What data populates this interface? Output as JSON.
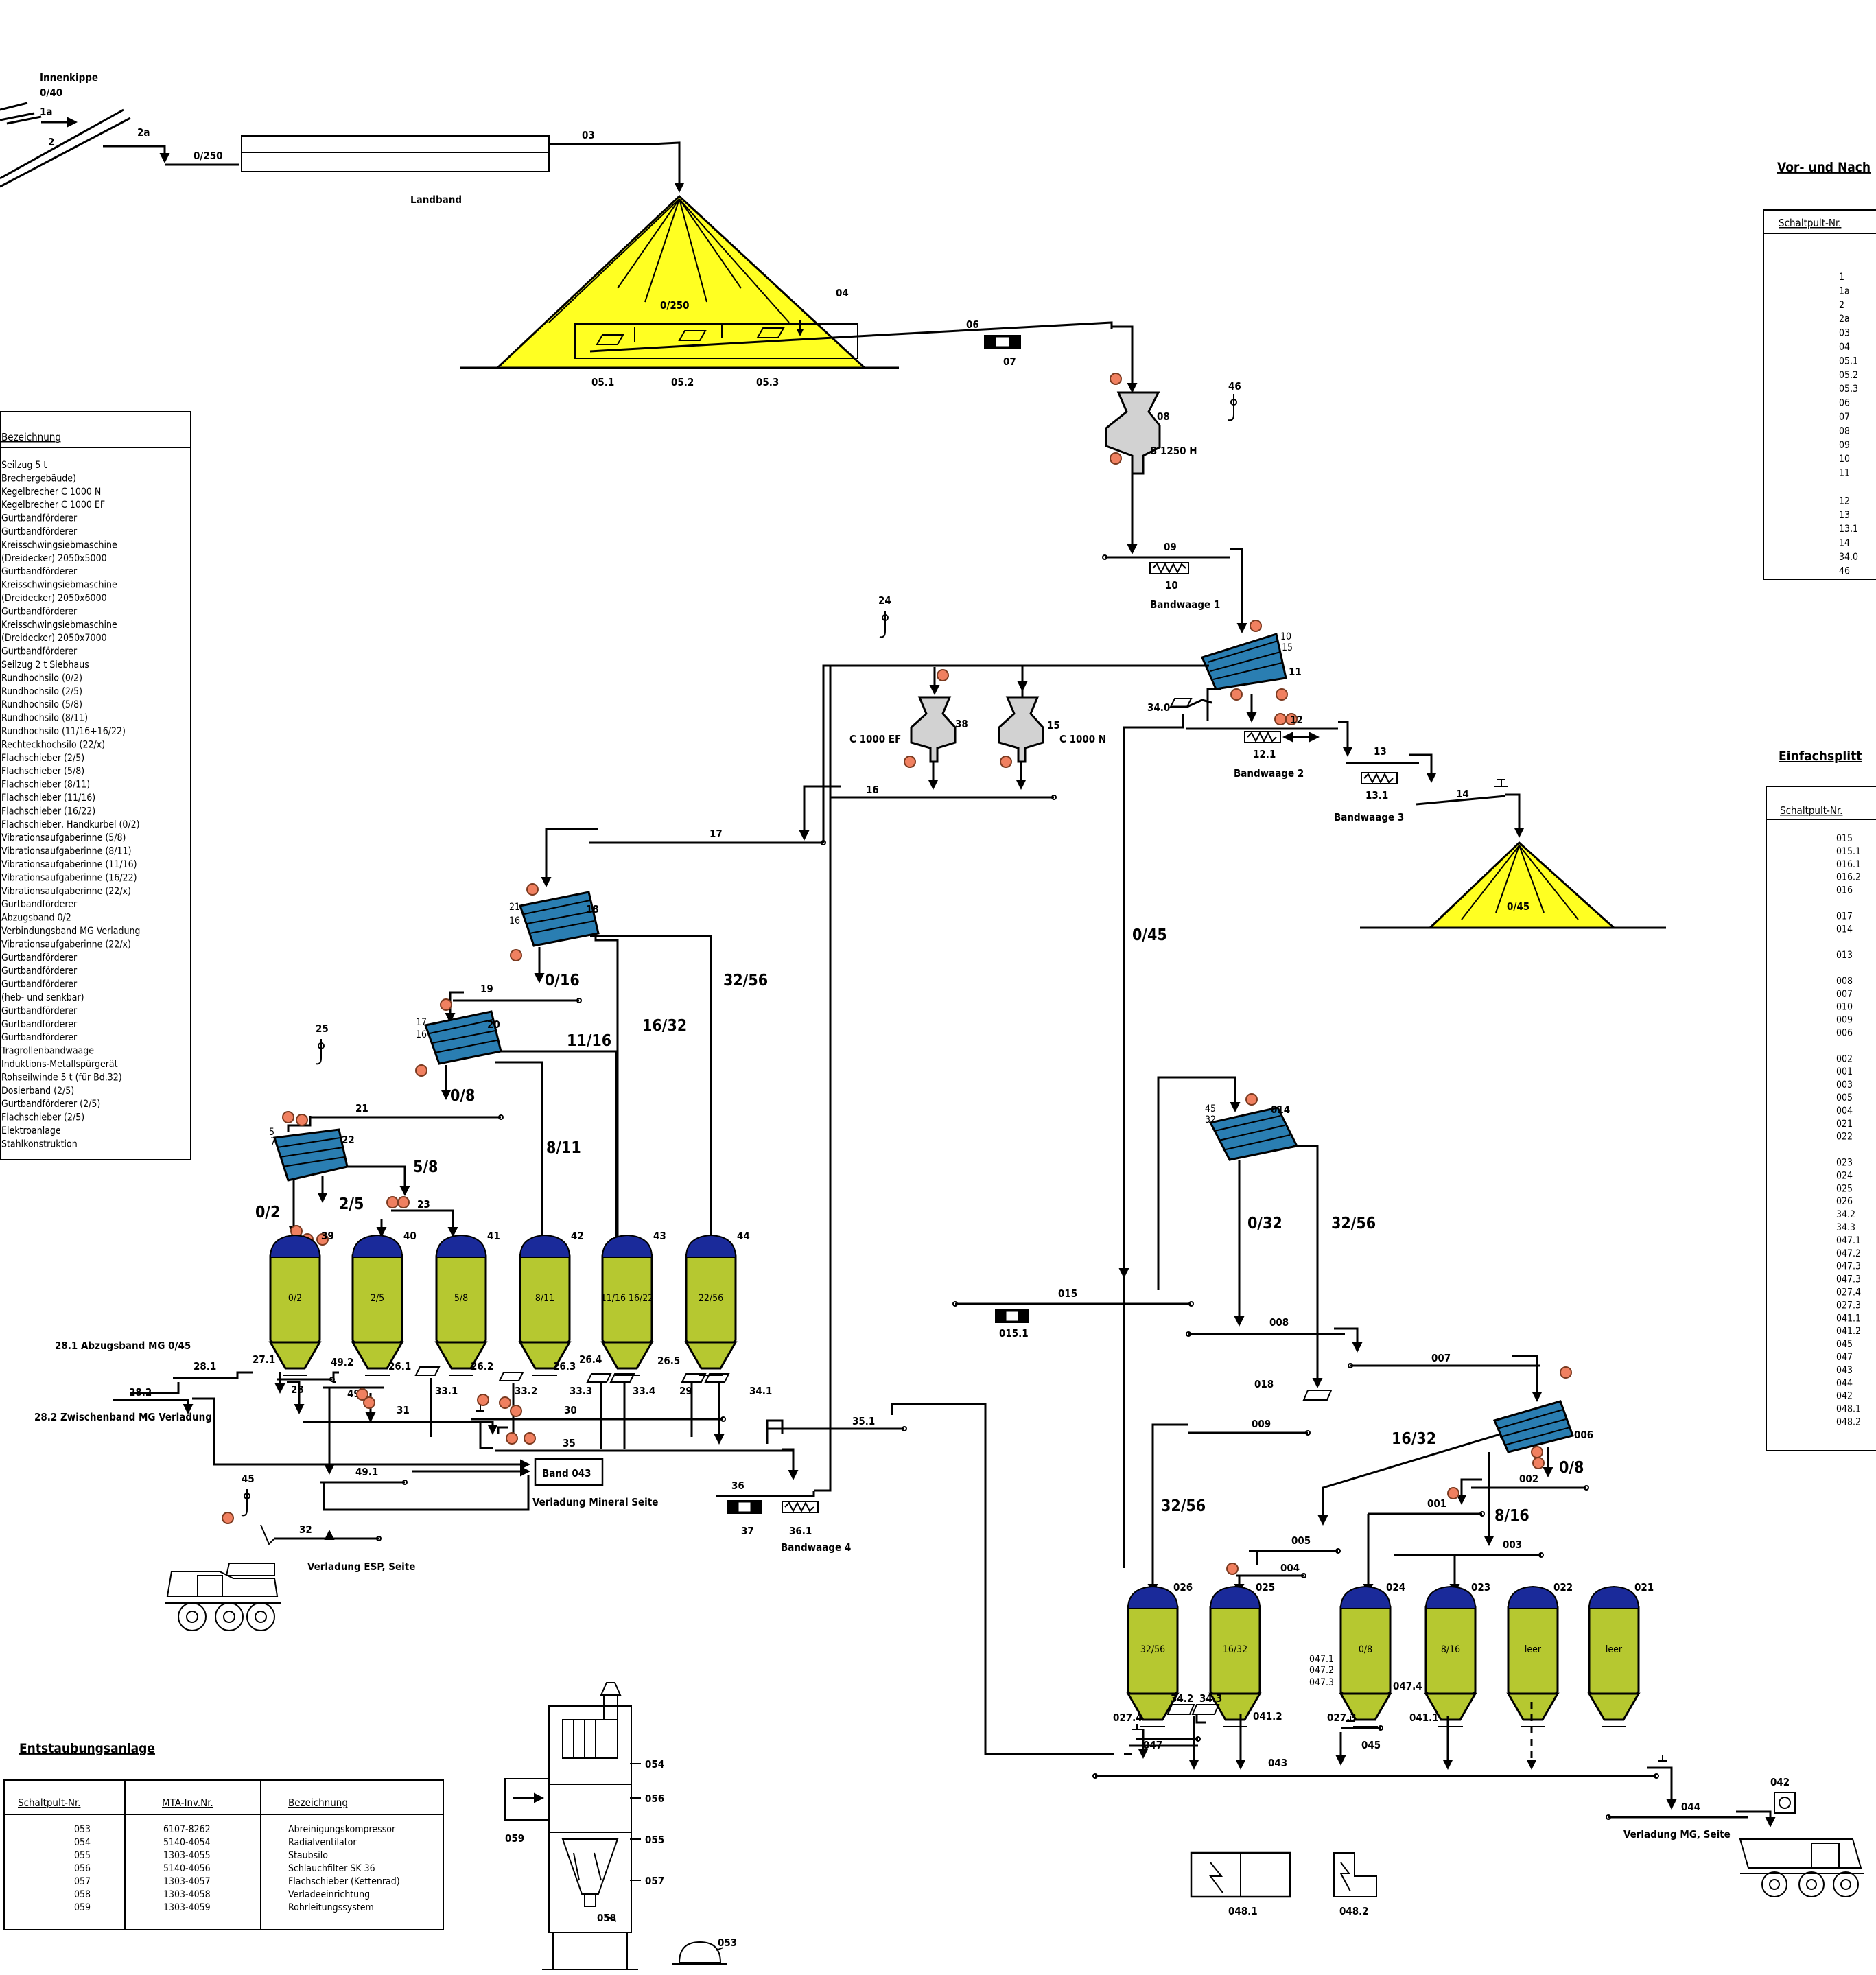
{
  "feed": {
    "innenkippe": "Innenkippe",
    "size_040": "0/40",
    "c1a": "1a",
    "c2": "2",
    "c2a": "2a",
    "size_0250": "0/250",
    "c03": "03",
    "landband": "Landband"
  },
  "stockpile1": {
    "size": "0/250",
    "c04": "04",
    "f051": "05.1",
    "f052": "05.2",
    "f053": "05.3",
    "c06": "06",
    "c07": "07"
  },
  "crusher08": {
    "code": "08",
    "type": "B 1250 H",
    "c46": "46"
  },
  "belt09": {
    "code": "09",
    "scale_code": "10",
    "scale_name": "Bandwaage 1"
  },
  "screen11": {
    "code": "11",
    "c10a": "10",
    "c10b": "15"
  },
  "belt12": {
    "code": "12",
    "c340": "34.0",
    "scale_code": "12.1",
    "scale_name": "Bandwaage 2"
  },
  "belt13": {
    "code": "13",
    "scale_code": "13.1",
    "scale_name": "Bandwaage 3",
    "c14": "14"
  },
  "stockpile2": {
    "size": "0/45"
  },
  "crushers": {
    "c24": "24",
    "c38": "38",
    "c38_type": "C 1000 EF",
    "c15": "15",
    "c15_type": "C 1000 N",
    "c16": "16",
    "c17": "17"
  },
  "screen18": {
    "code": "18",
    "o016": "0/16",
    "o1632": "16/32",
    "o3256": "32/56",
    "in_a": "21",
    "in_b": "16"
  },
  "screen20": {
    "code": "20",
    "c19": "19",
    "o08": "0/8",
    "o1116": "11/16",
    "o811": "8/11",
    "c25": "25",
    "in_a": "17",
    "in_b": "16"
  },
  "screen22": {
    "code": "22",
    "c21": "21",
    "o02": "0/2",
    "o25": "2/5",
    "o58": "5/8",
    "c23": "23",
    "in_a": "7",
    "in_b": "5"
  },
  "silos_left": [
    {
      "code": "39",
      "label": "0/2"
    },
    {
      "code": "40",
      "label": "2/5"
    },
    {
      "code": "41",
      "label": "5/8"
    },
    {
      "code": "42",
      "label": "8/11"
    },
    {
      "code": "43",
      "label": "11/16  16/22"
    },
    {
      "code": "44",
      "label": "22/56"
    }
  ],
  "bottom_left": {
    "b281": "28.1 Abzugsband MG 0/45",
    "b282": "28.2 Zwischenband MG Verladung",
    "c281": "28.1",
    "c282": "28.2",
    "c271": "27.1",
    "c28": "28",
    "c492": "49.2",
    "c49": "49",
    "c261": "26.1",
    "c262": "26.2",
    "c263": "26.3",
    "c264": "26.4",
    "c265": "26.5",
    "c331": "33.1",
    "c332": "33.2",
    "c333": "33.3",
    "c334": "33.4",
    "c29": "29",
    "c341": "34.1",
    "c31": "31",
    "c30": "30",
    "c35": "35",
    "c351": "35.1",
    "c491": "49.1",
    "band043": "Band 043",
    "verladung_mineral": "Verladung Mineral  Seite",
    "c36": "36",
    "c37": "37",
    "c361": "36.1",
    "bw4": "Bandwaage 4",
    "c45": "45",
    "c32": "32",
    "verladung_esp": "Verladung ESP,  Seite"
  },
  "right_plant": {
    "o045": "0/45",
    "c015": "015",
    "c0151": "015.1",
    "c014": "014",
    "in_a": "45",
    "in_b": "32",
    "o032": "0/32",
    "o3256": "32/56",
    "c008": "008",
    "c007": "007",
    "c018": "018",
    "c009": "009",
    "c006": "006",
    "o1632": "16/32",
    "o08": "0/8",
    "c002": "002",
    "c001": "001",
    "o816": "8/16",
    "c003": "003",
    "o3256b": "32/56",
    "c005": "005",
    "c004": "004"
  },
  "silos_right": [
    {
      "code": "026",
      "label": "32/56"
    },
    {
      "code": "025",
      "label": "16/32"
    },
    {
      "code": "024",
      "label": "0/8"
    },
    {
      "code": "023",
      "label": "8/16"
    },
    {
      "code": "022",
      "label": "leer"
    },
    {
      "code": "021",
      "label": "leer"
    }
  ],
  "right_bottom": {
    "c0274": "027.4",
    "c342": "34.2",
    "c343": "34.3",
    "c0412": "041.2",
    "c047": "047",
    "c0273": "027.3",
    "c045": "045",
    "c0411": "041.1",
    "c0474": "047.4",
    "c0471": "047.1",
    "c0472": "047.2",
    "c0473": "047.3",
    "c043": "043",
    "c044": "044",
    "c042": "042",
    "verladung_mg": "Verladung MG,  Seite",
    "c0481": "048.1",
    "c0482": "048.2"
  },
  "dust_plant": {
    "c054": "054",
    "c056": "056",
    "c059": "059",
    "c055": "055",
    "c057": "057",
    "c058": "058",
    "c053": "053"
  },
  "legend_main": {
    "header": "Bezeichnung",
    "rows": [
      "Seilzug 5 t",
      "Brechergebäude)",
      "Kegelbrecher C 1000 N",
      "Kegelbrecher C 1000 EF",
      "Gurtbandförderer",
      "Gurtbandförderer",
      "Kreisschwingsiebmaschine",
      "(Dreidecker) 2050x5000",
      "Gurtbandförderer",
      "Kreisschwingsiebmaschine",
      "(Dreidecker) 2050x6000",
      "Gurtbandförderer",
      "Kreisschwingsiebmaschine",
      "(Dreidecker) 2050x7000",
      "Gurtbandförderer",
      "Seilzug 2 t Siebhaus",
      "Rundhochsilo (0/2)",
      "Rundhochsilo (2/5)",
      "Rundhochsilo (5/8)",
      "Rundhochsilo (8/11)",
      "Rundhochsilo (11/16+16/22)",
      "Rechteckhochsilo (22/x)",
      "Flachschieber (2/5)",
      "Flachschieber (5/8)",
      "Flachschieber (8/11)",
      "Flachschieber (11/16)",
      "Flachschieber (16/22)",
      "Flachschieber, Handkurbel (0/2)",
      "Vibrationsaufgaberinne (5/8)",
      "Vibrationsaufgaberinne (8/11)",
      "Vibrationsaufgaberinne (11/16)",
      "Vibrationsaufgaberinne (16/22)",
      "Vibrationsaufgaberinne (22/x)",
      "Gurtbandförderer",
      "Abzugsband 0/2",
      "Verbindungsband MG Verladung",
      "Vibrationsaufgaberinne (22/x)",
      "Gurtbandförderer",
      "Gurtbandförderer",
      "Gurtbandförderer",
      "(heb- und senkbar)",
      "Gurtbandförderer",
      "Gurtbandförderer",
      "Gurtbandförderer",
      "Tragrollenbandwaage",
      "Induktions-Metallspürgerät",
      "Rohseilwinde 5 t (für Bd.32)",
      "Dosierband (2/5)",
      "Gurtbandförderer (2/5)",
      "Flachschieber (2/5)",
      "Elektroanlage",
      "Stahlkonstruktion"
    ]
  },
  "legend_vor": {
    "title": "Vor- und Nach",
    "header": "Schaltpult-Nr.",
    "rows": [
      "1",
      "1a",
      "2",
      "2a",
      "03",
      "04",
      "05.1",
      "05.2",
      "05.3",
      "06",
      "07",
      "08",
      "09",
      "10",
      "11",
      "",
      "12",
      "13",
      "13.1",
      "14",
      "34.0",
      "46"
    ]
  },
  "legend_einfach": {
    "title": "Einfachsplitt",
    "header": "Schaltpult-Nr.",
    "rows": [
      "015",
      "015.1",
      "016.1",
      "016.2",
      "016",
      "",
      "017",
      "014",
      "",
      "013",
      "",
      "008",
      "007",
      "010",
      "009",
      "006",
      "",
      "002",
      "001",
      "003",
      "005",
      "004",
      "021",
      "022",
      "",
      "023",
      "024",
      "025",
      "026",
      "34.2",
      "34.3",
      "047.1",
      "047.2",
      "047.3",
      "047.3",
      "027.4",
      "027.3",
      "041.1",
      "041.2",
      "045",
      "047",
      "043",
      "044",
      "042",
      "048.1",
      "048.2"
    ]
  },
  "legend_dust": {
    "title": "Entstaubungsanlage",
    "col1": "Schaltpult-Nr.",
    "col2": "MTA-Inv.Nr.",
    "col3": "Bezeichnung",
    "rows": [
      [
        "053",
        "6107-8262",
        "Abreinigungskompressor"
      ],
      [
        "054",
        "5140-4054",
        "Radialventilator"
      ],
      [
        "055",
        "1303-4055",
        "Staubsilo"
      ],
      [
        "056",
        "5140-4056",
        "Schlauchfilter SK 36"
      ],
      [
        "057",
        "1303-4057",
        "Flachschieber (Kettenrad)"
      ],
      [
        "058",
        "1303-4058",
        "Verladeeinrichtung"
      ],
      [
        "059",
        "1303-4059",
        "Rohrleitungssystem"
      ]
    ]
  }
}
